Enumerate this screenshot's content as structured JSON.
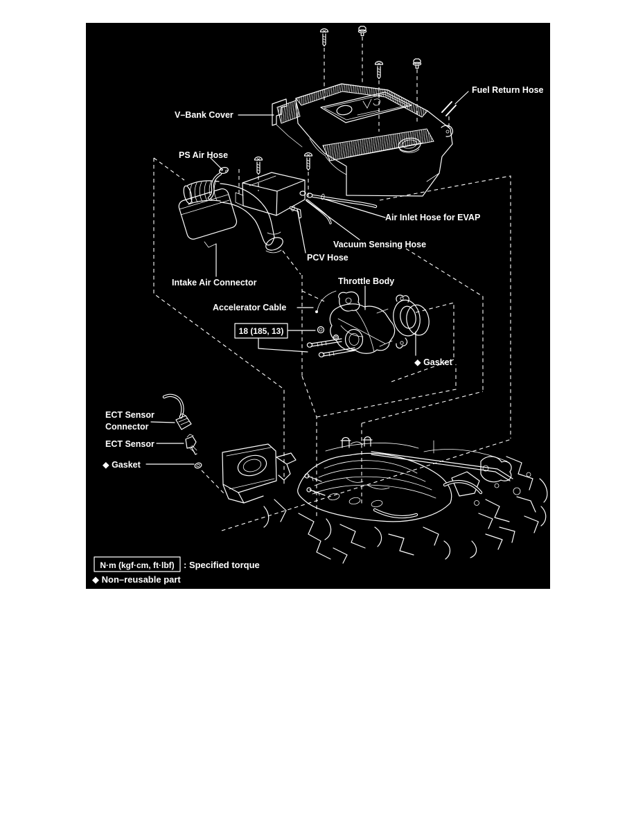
{
  "page": {
    "background": "#ffffff"
  },
  "diagram": {
    "colors": {
      "background": "#000000",
      "line": "#ffffff"
    },
    "labels": {
      "fuel_return_hose": "Fuel Return Hose",
      "v_bank_cover": "V–Bank Cover",
      "ps_air_hose": "PS Air Hose",
      "air_inlet_hose_for_evap": "Air Inlet Hose for EVAP",
      "vacuum_sensing_hose": "Vacuum Sensing Hose",
      "pcv_hose": "PCV Hose",
      "intake_air_connector": "Intake Air Connector",
      "throttle_body": "Throttle Body",
      "accelerator_cable": "Accelerator Cable",
      "torque_spec": "18 (185, 13)",
      "gasket_throttle": "◆ Gasket",
      "ect_sensor_connector_line1": "ECT Sensor",
      "ect_sensor_connector_line2": "Connector",
      "ect_sensor": "ECT Sensor",
      "gasket_ect": "◆ Gasket"
    },
    "legend": {
      "torque_symbol": "N·m (kgf·cm, ft·lbf)",
      "torque_meaning": ": Specified torque",
      "non_reusable": "◆ Non–reusable part"
    }
  }
}
